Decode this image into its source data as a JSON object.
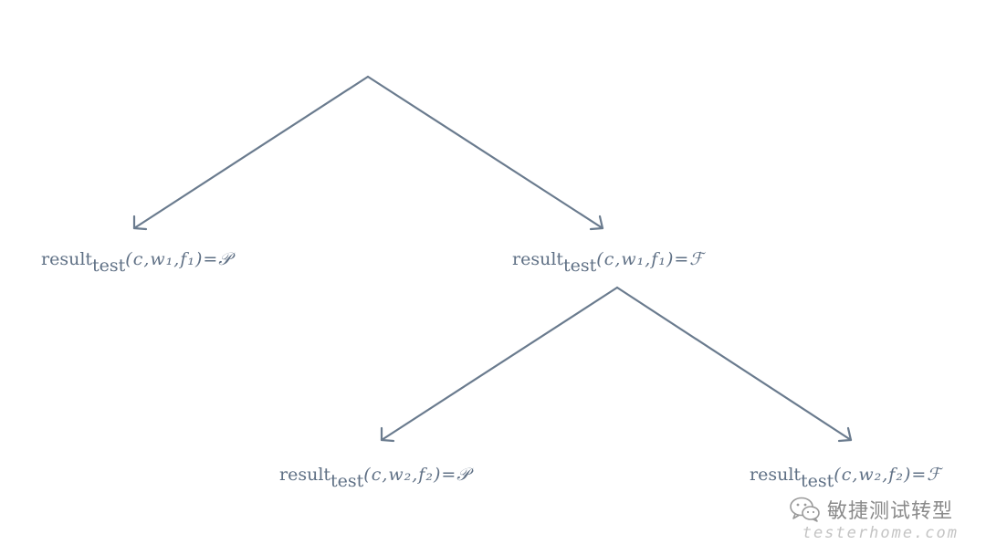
{
  "nodes": {
    "left": {
      "func": "result",
      "sub": "test",
      "args": "(c,w₁,f₁)=",
      "outcome": "𝒫"
    },
    "right": {
      "func": "result",
      "sub": "test",
      "args": "(c,w₁,f₁)=",
      "outcome": "ℱ"
    },
    "bottom_left": {
      "func": "result",
      "sub": "test",
      "args": "(c,w₂,f₂)=",
      "outcome": "𝒫"
    },
    "bottom_right": {
      "func": "result",
      "sub": "test",
      "args": "(c,w₂,f₂)=",
      "outcome": "ℱ"
    }
  },
  "watermark": {
    "brand": "敏捷测试转型",
    "url": "testerhome.com",
    "icon": "wechat-icon"
  },
  "colors": {
    "edge": "#6a7b8e",
    "text": "#5f7085"
  }
}
